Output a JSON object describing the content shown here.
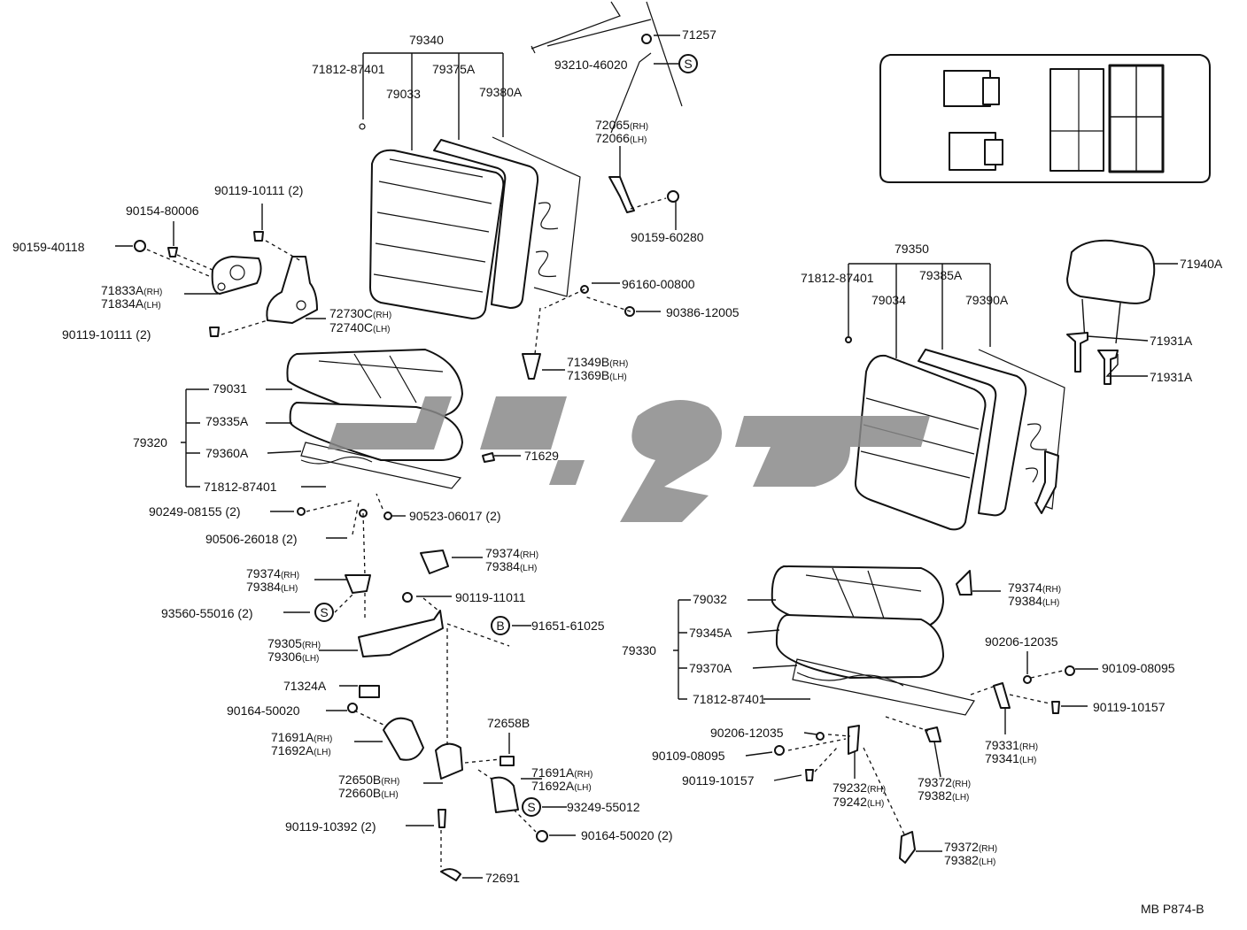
{
  "diagram_code": "MB P874-B",
  "symbols": {
    "s": "S",
    "b": "B"
  },
  "labels": {
    "p79340": "79340",
    "p71812_a": "71812-87401",
    "p79375a": "79375A",
    "p79033": "79033",
    "p79380a": "79380A",
    "p71257": "71257",
    "p93210": "93210-46020",
    "p72065": "72065",
    "p72066": "72066",
    "p90159_60280": "90159-60280",
    "p90119_10111_a": "90119-10111 (2)",
    "p90154": "90154-80006",
    "p90159_40118": "90159-40118",
    "p71833a": "71833A",
    "p71834a": "71834A",
    "p72730c": "72730C",
    "p72740c": "72740C",
    "p90119_10111_b": "90119-10111 (2)",
    "p96160": "96160-00800",
    "p90386": "90386-12005",
    "p71349b": "71349B",
    "p71369b": "71369B",
    "p79031": "79031",
    "p79335a": "79335A",
    "p79320": "79320",
    "p79360a": "79360A",
    "p71629": "71629",
    "p71812_b": "71812-87401",
    "p90249": "90249-08155 (2)",
    "p90523": "90523-06017 (2)",
    "p90506": "90506-26018 (2)",
    "p79374_a": "79374",
    "p79384_a": "79384",
    "p79374_b": "79374",
    "p79384_b": "79384",
    "p90119_11011": "90119-11011",
    "p93560": "93560-55016 (2)",
    "p91651": "91651-61025",
    "p79305": "79305",
    "p79306": "79306",
    "p71324a": "71324A",
    "p90164_a": "90164-50020",
    "p71691a_a": "71691A",
    "p71692a_a": "71692A",
    "p72658b": "72658B",
    "p71691a_b": "71691A",
    "p71692a_b": "71692A",
    "p72650b": "72650B",
    "p72660b": "72660B",
    "p93249": "93249-55012",
    "p90119_10392": "90119-10392 (2)",
    "p90164_b": "90164-50020 (2)",
    "p72691": "72691",
    "p79350": "79350",
    "p71812_c": "71812-87401",
    "p79385a": "79385A",
    "p79034": "79034",
    "p79390a": "79390A",
    "p71940a": "71940A",
    "p71931a_a": "71931A",
    "p71931a_b": "71931A",
    "p79032": "79032",
    "p79374_c": "79374",
    "p79384_c": "79384",
    "p79345a": "79345A",
    "p79330": "79330",
    "p79370a": "79370A",
    "p71812_d": "71812-87401",
    "p90206_a": "90206-12035",
    "p90109_a": "90109-08095",
    "p90119_10157_a": "90119-10157",
    "p90206_b": "90206-12035",
    "p90109_b": "90109-08095",
    "p90119_10157_b": "90119-10157",
    "p79331": "79331",
    "p79341": "79341",
    "p79232": "79232",
    "p79242": "79242",
    "p79372_a": "79372",
    "p79382_a": "79382",
    "p79372_b": "79372",
    "p79382_b": "79382"
  },
  "side_rh": "(RH)",
  "side_lh": "(LH)"
}
